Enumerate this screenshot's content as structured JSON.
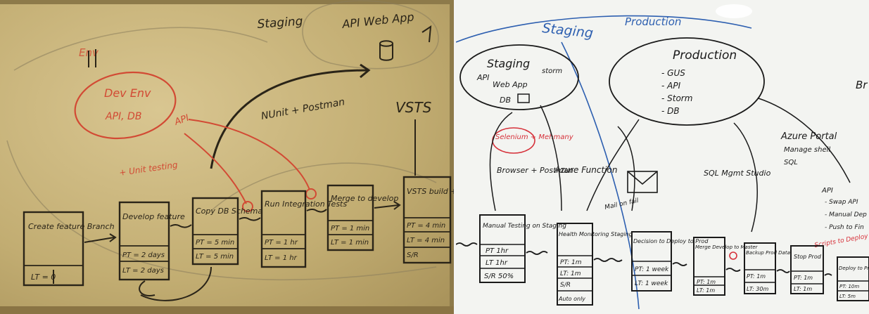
{
  "left_board": {
    "colors": {
      "board": "#c9b47c",
      "ink": "#2a2418",
      "red": "#d24a34",
      "grey": "#777060"
    },
    "top": {
      "staging": "Staging",
      "api_web_app": "API Web App"
    },
    "env": {
      "label": "Env",
      "dev_env": "Dev Env",
      "api_db": "API, DB",
      "red_api": "API"
    },
    "notes": {
      "unit_testing": "+ Unit testing",
      "nunit_postman": "NUnit + Postman",
      "vsts": "VSTS"
    },
    "boxes": [
      {
        "title": "Create feature Branch",
        "lt": "LT = 0"
      },
      {
        "title": "Develop feature",
        "pt": "PT = 2 days",
        "lt": "LT = 2 days"
      },
      {
        "title": "Copy DB Schema",
        "pt": "PT = 5 min",
        "lt": "LT = 5 min"
      },
      {
        "title": "Run Integration Tests",
        "pt": "PT = 1 hr",
        "lt": "LT = 1 hr"
      },
      {
        "title": "Merge to develop",
        "pt": "PT = 1 min",
        "lt": "LT = 1 min"
      },
      {
        "title": "VSTS build + deploy",
        "pt": "PT = 4 min",
        "lt": "LT = 4 min",
        "sr": "S/R"
      }
    ]
  },
  "right_board": {
    "colors": {
      "board": "#f3f4f1",
      "ink": "#1a1a1a",
      "blue": "#2d5fb0",
      "red": "#d6313a"
    },
    "headings": {
      "staging": "Staging",
      "production": "Production"
    },
    "staging_cloud": {
      "title": "Staging",
      "items": [
        "API",
        "Web App",
        "DB"
      ],
      "storm": "storm"
    },
    "production_cloud": {
      "title": "Production",
      "items": [
        "- GUS",
        "- API",
        "- Storm",
        "- DB"
      ]
    },
    "selenium": "Selenium + Mehmany",
    "browser_postman": "Browser + Postman",
    "azure_function": "Azure Function",
    "mail_on_fail": "Mail on fail",
    "azure_portal": {
      "title": "Azure Portal",
      "lines": [
        "Manage shell",
        "SQL"
      ]
    },
    "sql_studio": "SQL Mgmt Studio",
    "right_list": {
      "title": "API",
      "items": [
        "- Swap API",
        "- Manual Dep",
        "- Push to Fin"
      ],
      "scripts": "Scripts to Deploy S"
    },
    "edge_text": "Br",
    "boxes": [
      {
        "title": "Manual Testing on Staging",
        "pt": "PT 1hr",
        "lt": "LT 1hr",
        "sr": "S/R 50%"
      },
      {
        "title": "Health Monitoring Staging",
        "pt": "PT: 1m",
        "lt": "LT: 1m",
        "sr": "S/R",
        "note": "Auto only"
      },
      {
        "title": "Decision to Deploy to Prod",
        "pt": "PT: 1 week",
        "lt": "LT: 1 week"
      },
      {
        "title": "Merge Develop to Master",
        "pt": "PT: 1m",
        "lt": "LT: 1m"
      },
      {
        "title": "Backup Prod Data",
        "pt": "PT: 1m",
        "lt": "LT: 30m"
      },
      {
        "title": "Stop Prod",
        "pt": "PT: 1m",
        "lt": "LT: 1m"
      },
      {
        "title": "Deploy to Prod",
        "pt": "PT: 10m",
        "lt": "LT: 5m"
      }
    ]
  }
}
